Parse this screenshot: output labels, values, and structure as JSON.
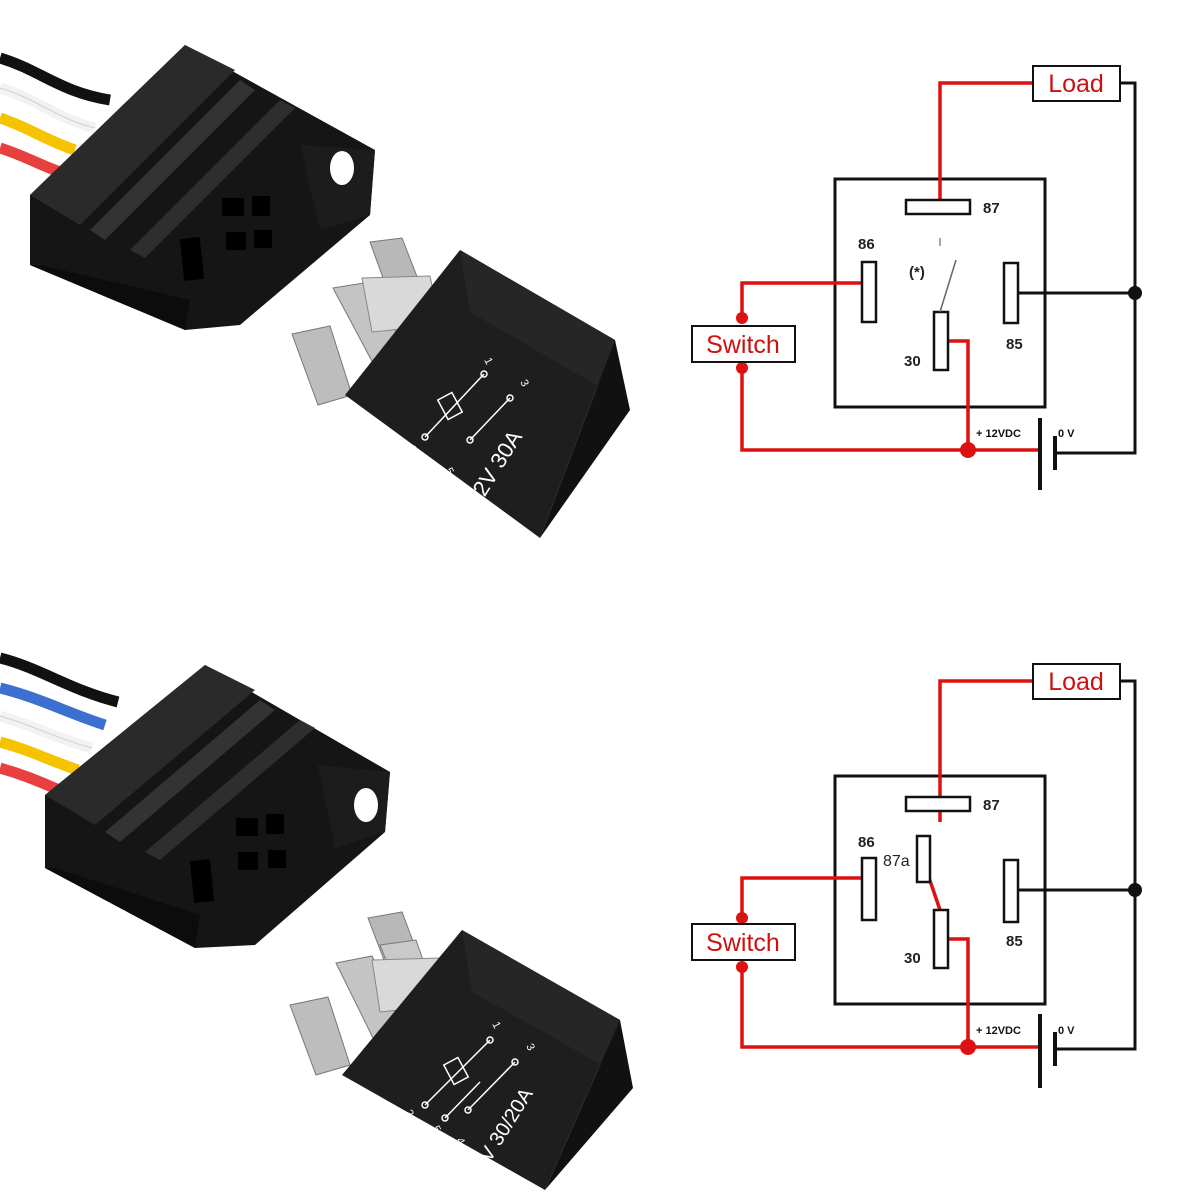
{
  "colors": {
    "red_wire": "#dd1111",
    "black_wire": "#111111",
    "relay_body": "#1e1e1e",
    "label_red": "#cc1111"
  },
  "top_photo": {
    "relay_rating": "12V 30A",
    "pins": [
      "1",
      "3",
      "2",
      "5"
    ]
  },
  "bottom_photo": {
    "relay_rating": "12V 30/20A",
    "pins": [
      "1",
      "3",
      "2",
      "5",
      "4"
    ]
  },
  "top_diagram": {
    "load_label": "Load",
    "switch_label": "Switch",
    "pin_87": "87",
    "pin_86": "86",
    "pin_85": "85",
    "pin_30": "30",
    "switch_marker": "(*)",
    "supply_pos": "+ 12VDC",
    "supply_neg": "0 V"
  },
  "bottom_diagram": {
    "load_label": "Load",
    "switch_label": "Switch",
    "pin_87": "87",
    "pin_87a": "87a",
    "pin_86": "86",
    "pin_85": "85",
    "pin_30": "30",
    "supply_pos": "+ 12VDC",
    "supply_neg": "0 V"
  }
}
